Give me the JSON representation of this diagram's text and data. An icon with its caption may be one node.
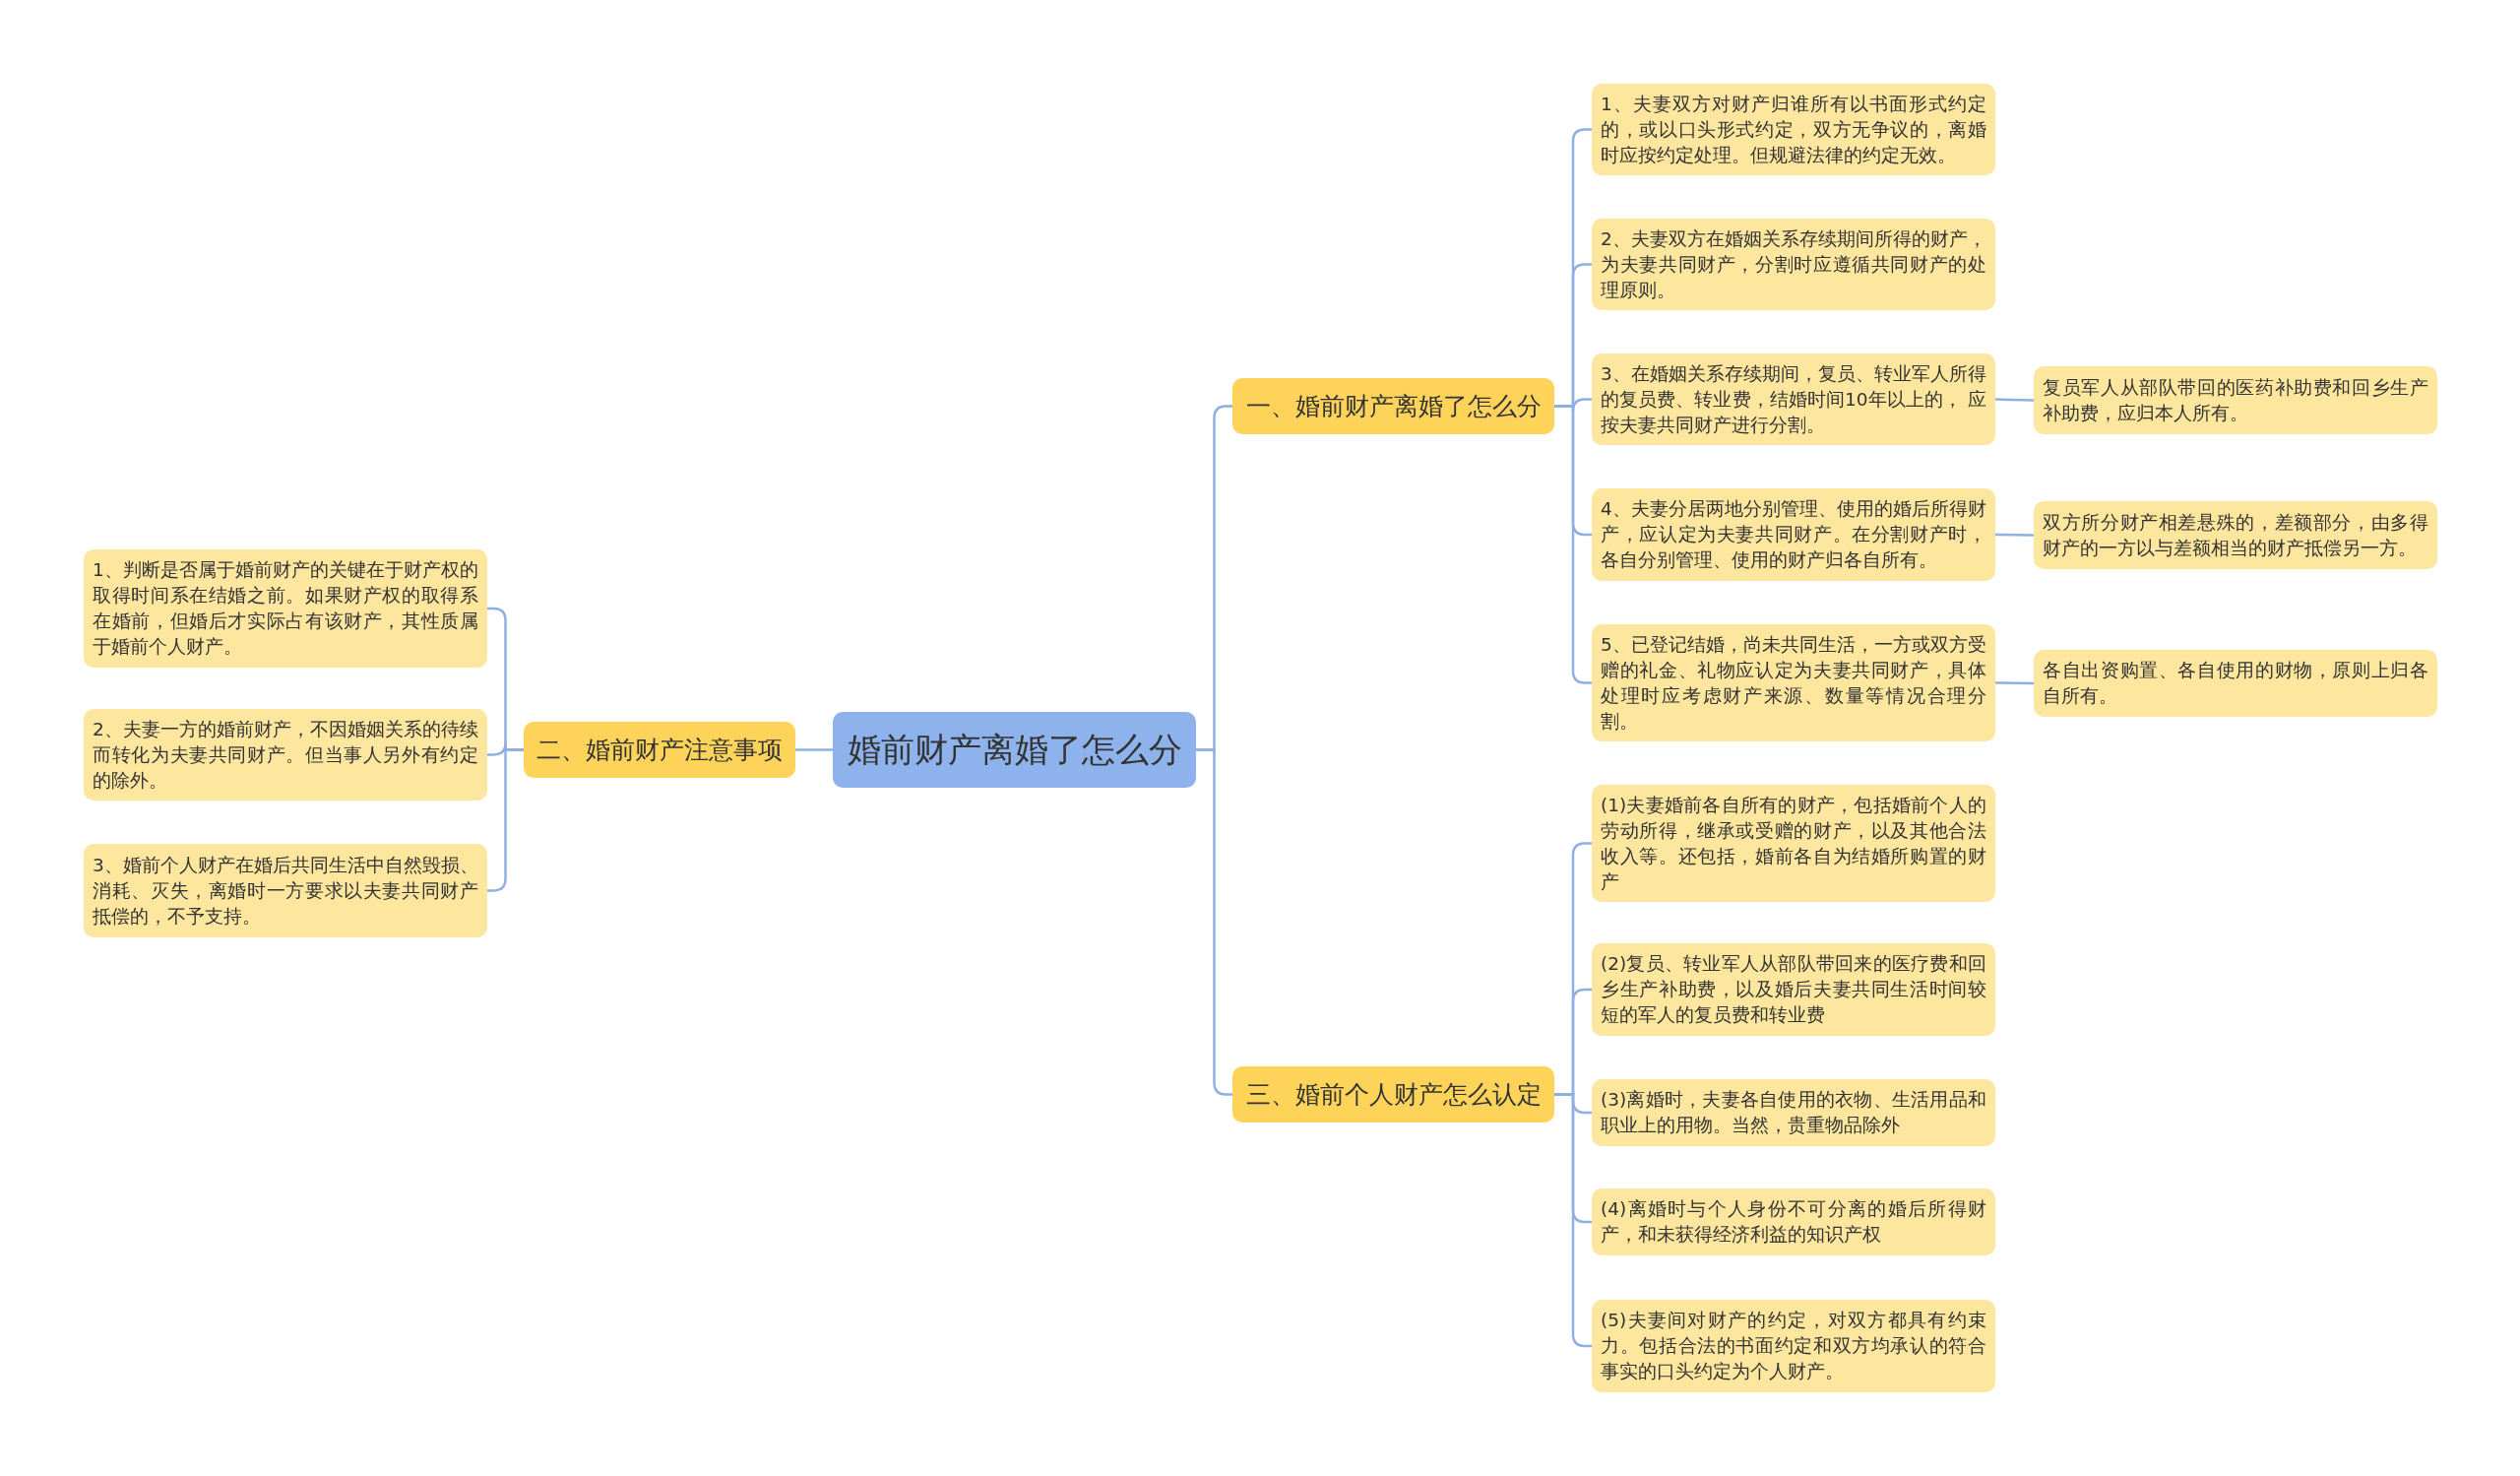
{
  "diagram": {
    "nodes": [
      {
        "text": [
          "婚前财产离婚了怎么分"
        ]
      },
      {
        "text": [
          "一、婚前财产离婚了怎么分"
        ]
      },
      {
        "text": [
          "1、夫妻双方对财产归谁所有以书面形式约定的，或以口头形式约定，双方无争议的，离婚时应按约定处理。但规避法律的约定无效。"
        ]
      },
      {
        "text": [
          "2、夫妻双方在婚姻关系存续期间所得的财产，为夫妻共同财产，分割时应遵循共同财产的处理原则。"
        ]
      },
      {
        "text": [
          "3、在婚姻关系存续期间，复员、转业军人所得的复员费、转业费，结婚时间10年以上的， 应按夫妻共同财产进行分割。"
        ]
      },
      {
        "text": [
          "4、夫妻分居两地分别管理、使用的婚后所得财产，应认定为夫妻共同财产。在分割财产时，各自分别管理、使用的财产归各自所有。"
        ]
      },
      {
        "text": [
          "5、已登记结婚，尚未共同生活，一方或双方受赠的礼金、礼物应认定为夫妻共同财产，具体处理时应考虑财产来源、数量等情况合理分割。"
        ]
      },
      {
        "text": [
          "复员军人从部队带回的医药补助费和回乡生产补助费，应归本人所有。"
        ]
      },
      {
        "text": [
          "双方所分财产相差悬殊的，差额部分，由多得财产的一方以与差额相当的财产抵偿另一方。"
        ]
      },
      {
        "text": [
          "各自出资购置、各自使用的财物，原则上归各自所有。"
        ]
      },
      {
        "text": [
          "二、婚前财产注意事项"
        ]
      },
      {
        "text": [
          "1、判断是否属于婚前财产的关键在于财产权的取得时间系在结婚之前。如果财产权的取得系在婚前，但婚后才实际占有该财产，其性质属于婚前个人财产。"
        ]
      },
      {
        "text": [
          "2、夫妻一方的婚前财产，不因婚姻关系的待续而转化为夫妻共同财产。但当事人另外有约定的除外。"
        ]
      },
      {
        "text": [
          "3、婚前个人财产在婚后共同生活中自然毁损、消耗、灭失，离婚时一方要求以夫妻共同财产抵偿的，不予支持。"
        ]
      },
      {
        "text": [
          "三、婚前个人财产怎么认定"
        ]
      },
      {
        "text": [
          "(1)夫妻婚前各自所有的财产，包括婚前个人的劳动所得，继承或受赠的财产，以及其他合法收入等。还包括，婚前各自为结婚所购置的财产"
        ]
      },
      {
        "text": [
          "(2)复员、转业军人从部队带回来的医疗费和回乡生产补助费，以及婚后夫妻共同生活时间较短的军人的复员费和转业费"
        ]
      },
      {
        "text": [
          "(3)离婚时，夫妻各自使用的衣物、生活用品和职业上的用物。当然，贵重物品除外"
        ]
      },
      {
        "text": [
          "(4)离婚时与个人身份不可分离的婚后所得财产，和未获得经济利益的知识产权"
        ]
      },
      {
        "text": [
          "(5)夫妻间对财产的约定，对双方都具有约束力。包括合法的书面约定和双方均承认的符合事实的口头约定为个人财产。"
        ]
      }
    ],
    "edges": [
      {
        "from": 0,
        "to": 1,
        "arrow": "none"
      },
      {
        "from": 1,
        "to": 2,
        "arrow": "none"
      },
      {
        "from": 1,
        "to": 3,
        "arrow": "none"
      },
      {
        "from": 1,
        "to": 4,
        "arrow": "none"
      },
      {
        "from": 1,
        "to": 5,
        "arrow": "none"
      },
      {
        "from": 1,
        "to": 6,
        "arrow": "none"
      },
      {
        "from": 4,
        "to": 7,
        "arrow": "none"
      },
      {
        "from": 5,
        "to": 8,
        "arrow": "none"
      },
      {
        "from": 6,
        "to": 9,
        "arrow": "none"
      },
      {
        "from": 0,
        "to": 10,
        "arrow": "none"
      },
      {
        "from": 10,
        "to": 11,
        "arrow": "none"
      },
      {
        "from": 10,
        "to": 12,
        "arrow": "none"
      },
      {
        "from": 10,
        "to": 13,
        "arrow": "none"
      },
      {
        "from": 0,
        "to": 14,
        "arrow": "none"
      },
      {
        "from": 14,
        "to": 15,
        "arrow": "none"
      },
      {
        "from": 14,
        "to": 16,
        "arrow": "none"
      },
      {
        "from": 14,
        "to": 17,
        "arrow": "none"
      },
      {
        "from": 14,
        "to": 18,
        "arrow": "none"
      },
      {
        "from": 14,
        "to": 19,
        "arrow": "none"
      }
    ]
  }
}
